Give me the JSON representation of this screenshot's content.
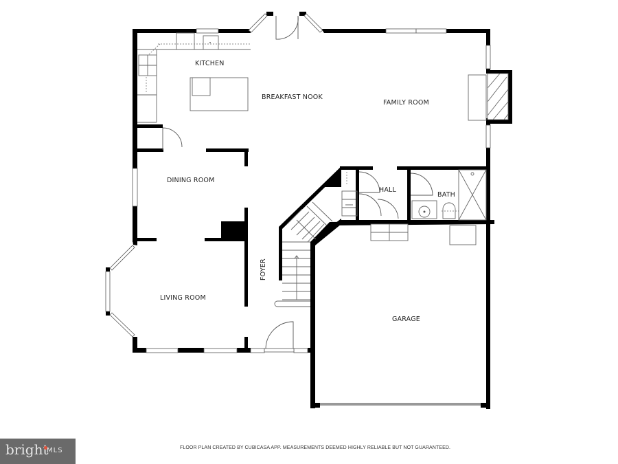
{
  "floor_plan": {
    "rooms": [
      {
        "id": "kitchen",
        "label": "KITCHEN"
      },
      {
        "id": "breakfast_nook",
        "label": "BREAKFAST NOOK"
      },
      {
        "id": "family_room",
        "label": "FAMILY ROOM"
      },
      {
        "id": "dining_room",
        "label": "DINING ROOM"
      },
      {
        "id": "hall",
        "label": "HALL"
      },
      {
        "id": "bath",
        "label": "BATH"
      },
      {
        "id": "living_room",
        "label": "LIVING ROOM"
      },
      {
        "id": "foyer",
        "label": "FOYER"
      },
      {
        "id": "garage",
        "label": "GARAGE"
      }
    ]
  },
  "footer": {
    "logo_brand": "bright",
    "logo_suffix": "MLS",
    "logo_accent_color": "#e0553f",
    "disclaimer": "FLOOR PLAN CREATED BY CUBICASA APP. MEASUREMENTS DEEMED HIGHLY RELIABLE BUT NOT GUARANTEED."
  }
}
